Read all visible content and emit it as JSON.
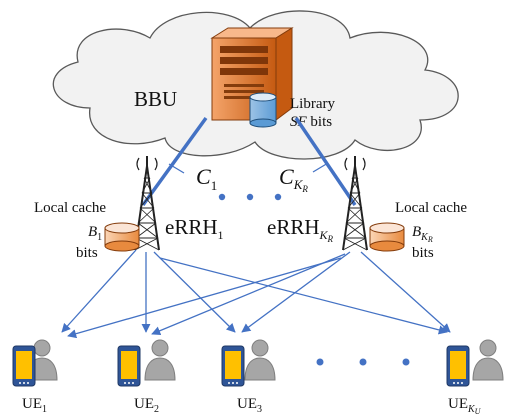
{
  "bbu": {
    "label": "BBU"
  },
  "library": {
    "label": "Library",
    "size_italic": "SF",
    "size_suffix": " bits"
  },
  "links": [
    {
      "symbol": "C",
      "subscript": "1"
    },
    {
      "symbol": "C",
      "subscript": "K",
      "sub_subscript": "R"
    }
  ],
  "errh": [
    {
      "label": "eRRH",
      "subscript": "1",
      "cache_label": "Local cache",
      "cache_symbol": "B",
      "cache_subscript": "1",
      "cache_unit": "bits"
    },
    {
      "label": "eRRH",
      "subscript": "K",
      "sub_subscript": "R",
      "cache_label": "Local cache",
      "cache_symbol": "B",
      "cache_subscript": "K",
      "cache_sub_subscript": "R",
      "cache_unit": "bits"
    }
  ],
  "users": [
    {
      "label": "UE",
      "subscript": "1"
    },
    {
      "label": "UE",
      "subscript": "2"
    },
    {
      "label": "UE",
      "subscript": "3"
    },
    {
      "label": "UE",
      "subscript": "K",
      "sub_subscript": "U"
    }
  ],
  "colors": {
    "cloud_fill": "#f2f2f2",
    "server": "#e0702c",
    "link": "#4472c4",
    "cache": "#f4b183",
    "phone": "#2f5597",
    "phone_screen": "#ffc000",
    "person": "#a6a6a6"
  }
}
